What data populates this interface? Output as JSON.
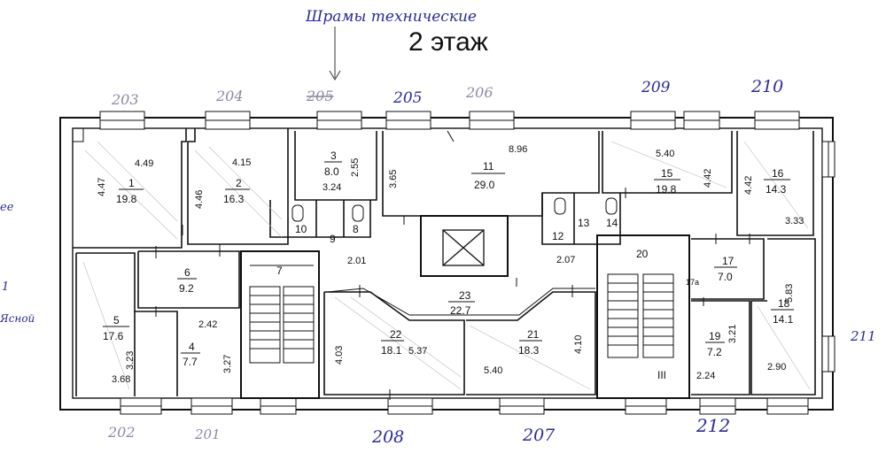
{
  "header": {
    "floor_title": "2 этаж",
    "handwritten_note": "Шрамы технические"
  },
  "margin_marks": [
    "ее",
    "1",
    "Ясной"
  ],
  "top_labels": [
    "203",
    "204",
    "205",
    "205",
    "206",
    "209",
    "210"
  ],
  "bottom_labels": [
    "202",
    "201",
    "208",
    "207",
    "212"
  ],
  "right_marks": [
    "211"
  ],
  "rooms": [
    {
      "no": "1",
      "area": "19.8",
      "dims": [
        "4.47",
        "4.49"
      ]
    },
    {
      "no": "2",
      "area": "16.3",
      "dims": [
        "4.46",
        "4.15"
      ]
    },
    {
      "no": "3",
      "area": "8.0",
      "dims": [
        "2.55",
        "3.24"
      ]
    },
    {
      "no": "4",
      "area": "7.7",
      "dims": [
        "3.27"
      ]
    },
    {
      "no": "5",
      "area": "17.6",
      "dims": [
        "3.23",
        "3.68"
      ]
    },
    {
      "no": "6",
      "area": "9.2",
      "dims": [
        "2.42"
      ]
    },
    {
      "no": "7",
      "area": "",
      "dims": []
    },
    {
      "no": "8",
      "area": "",
      "dims": []
    },
    {
      "no": "9",
      "area": "",
      "dims": [
        "2.01"
      ]
    },
    {
      "no": "10",
      "area": "",
      "dims": []
    },
    {
      "no": "11",
      "area": "29.0",
      "dims": [
        "8.96",
        "3.65"
      ]
    },
    {
      "no": "12",
      "area": "",
      "dims": []
    },
    {
      "no": "13",
      "area": "",
      "dims": []
    },
    {
      "no": "14",
      "area": "",
      "dims": []
    },
    {
      "no": "15",
      "area": "19.8",
      "dims": [
        "5.40",
        "4.42"
      ]
    },
    {
      "no": "16",
      "area": "14.3",
      "dims": [
        "4.42",
        "3.33"
      ]
    },
    {
      "no": "17",
      "area": "7.0",
      "dims": []
    },
    {
      "no": "17а",
      "area": "",
      "dims": []
    },
    {
      "no": "18",
      "area": "14.1",
      "dims": [
        "5.83",
        "2.90"
      ]
    },
    {
      "no": "19",
      "area": "7.2",
      "dims": [
        "3.21",
        "2.24"
      ]
    },
    {
      "no": "20",
      "area": "",
      "dims": [
        "2.07"
      ]
    },
    {
      "no": "21",
      "area": "18.3",
      "dims": [
        "4.10",
        "5.40"
      ]
    },
    {
      "no": "22",
      "area": "18.1",
      "dims": [
        "4.03",
        "5.37"
      ]
    },
    {
      "no": "23",
      "area": "22.7",
      "dims": []
    }
  ],
  "stair_marks": [
    "III"
  ],
  "colors": {
    "ink": "#111111",
    "handwriting": "#2b2b9a",
    "paper": "#ffffff"
  }
}
